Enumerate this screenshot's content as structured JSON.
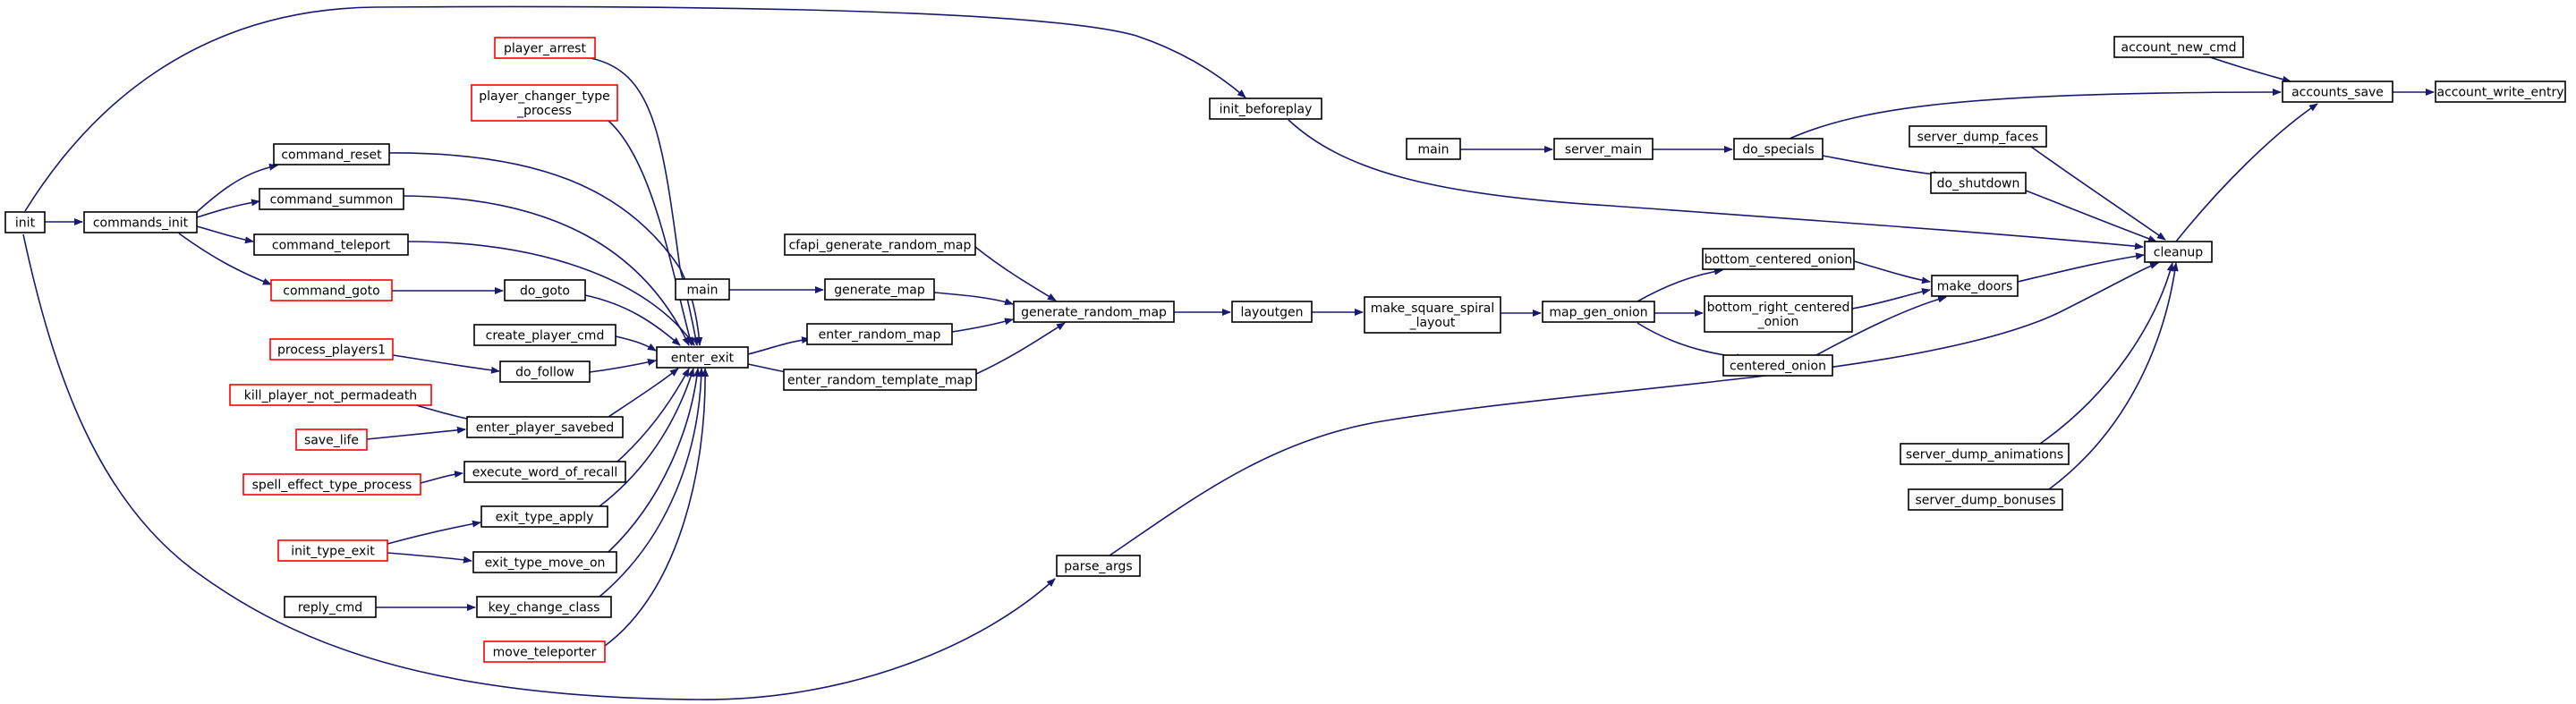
{
  "colors": {
    "edge": "#191970",
    "node_border": "#000000",
    "node_border_truncated": "#ff0000",
    "focus_fill": "#bfbfbf",
    "background": "#ffffff"
  },
  "nodes": [
    {
      "id": "account_write_entry",
      "lines": [
        "account_write_entry"
      ],
      "style": "focus"
    },
    {
      "id": "accounts_save",
      "lines": [
        "accounts_save"
      ],
      "style": "normal"
    },
    {
      "id": "account_new_cmd",
      "lines": [
        "account_new_cmd"
      ],
      "style": "normal"
    },
    {
      "id": "cleanup",
      "lines": [
        "cleanup"
      ],
      "style": "normal"
    },
    {
      "id": "init_beforeplay",
      "lines": [
        "init_beforeplay"
      ],
      "style": "normal"
    },
    {
      "id": "init",
      "lines": [
        "init"
      ],
      "style": "normal"
    },
    {
      "id": "commands_init",
      "lines": [
        "commands_init"
      ],
      "style": "normal"
    },
    {
      "id": "command_reset",
      "lines": [
        "command_reset"
      ],
      "style": "normal"
    },
    {
      "id": "command_summon",
      "lines": [
        "command_summon"
      ],
      "style": "normal"
    },
    {
      "id": "command_teleport",
      "lines": [
        "command_teleport"
      ],
      "style": "normal"
    },
    {
      "id": "command_goto",
      "lines": [
        "command_goto"
      ],
      "style": "truncated"
    },
    {
      "id": "player_arrest",
      "lines": [
        "player_arrest"
      ],
      "style": "truncated"
    },
    {
      "id": "player_changer_type_process",
      "lines": [
        "player_changer_type",
        "_process"
      ],
      "style": "truncated"
    },
    {
      "id": "do_goto",
      "lines": [
        "do_goto"
      ],
      "style": "normal"
    },
    {
      "id": "create_player_cmd",
      "lines": [
        "create_player_cmd"
      ],
      "style": "normal"
    },
    {
      "id": "process_players1",
      "lines": [
        "process_players1"
      ],
      "style": "truncated"
    },
    {
      "id": "do_follow",
      "lines": [
        "do_follow"
      ],
      "style": "normal"
    },
    {
      "id": "kill_player_not_permadeath",
      "lines": [
        "kill_player_not_permadeath"
      ],
      "style": "truncated"
    },
    {
      "id": "enter_player_savebed",
      "lines": [
        "enter_player_savebed"
      ],
      "style": "normal"
    },
    {
      "id": "save_life",
      "lines": [
        "save_life"
      ],
      "style": "truncated"
    },
    {
      "id": "spell_effect_type_process",
      "lines": [
        "spell_effect_type_process"
      ],
      "style": "truncated"
    },
    {
      "id": "execute_word_of_recall",
      "lines": [
        "execute_word_of_recall"
      ],
      "style": "normal"
    },
    {
      "id": "exit_type_apply",
      "lines": [
        "exit_type_apply"
      ],
      "style": "normal"
    },
    {
      "id": "init_type_exit",
      "lines": [
        "init_type_exit"
      ],
      "style": "truncated"
    },
    {
      "id": "exit_type_move_on",
      "lines": [
        "exit_type_move_on"
      ],
      "style": "normal"
    },
    {
      "id": "reply_cmd",
      "lines": [
        "reply_cmd"
      ],
      "style": "normal"
    },
    {
      "id": "key_change_class",
      "lines": [
        "key_change_class"
      ],
      "style": "normal"
    },
    {
      "id": "move_teleporter",
      "lines": [
        "move_teleporter"
      ],
      "style": "truncated"
    },
    {
      "id": "enter_exit",
      "lines": [
        "enter_exit"
      ],
      "style": "normal"
    },
    {
      "id": "main_left",
      "lines": [
        "main"
      ],
      "style": "normal"
    },
    {
      "id": "cfapi_generate_random_map",
      "lines": [
        "cfapi_generate_random_map"
      ],
      "style": "normal"
    },
    {
      "id": "generate_map",
      "lines": [
        "generate_map"
      ],
      "style": "normal"
    },
    {
      "id": "enter_random_map",
      "lines": [
        "enter_random_map"
      ],
      "style": "normal"
    },
    {
      "id": "enter_random_template_map",
      "lines": [
        "enter_random_template_map"
      ],
      "style": "normal"
    },
    {
      "id": "generate_random_map",
      "lines": [
        "generate_random_map"
      ],
      "style": "normal"
    },
    {
      "id": "layoutgen",
      "lines": [
        "layoutgen"
      ],
      "style": "normal"
    },
    {
      "id": "make_square_spiral_layout",
      "lines": [
        "make_square_spiral",
        "_layout"
      ],
      "style": "normal"
    },
    {
      "id": "map_gen_onion",
      "lines": [
        "map_gen_onion"
      ],
      "style": "normal"
    },
    {
      "id": "bottom_centered_onion",
      "lines": [
        "bottom_centered_onion"
      ],
      "style": "normal"
    },
    {
      "id": "bottom_right_centered_onion",
      "lines": [
        "bottom_right_centered",
        "_onion"
      ],
      "style": "normal"
    },
    {
      "id": "centered_onion",
      "lines": [
        "centered_onion"
      ],
      "style": "normal"
    },
    {
      "id": "make_doors",
      "lines": [
        "make_doors"
      ],
      "style": "normal"
    },
    {
      "id": "main_top",
      "lines": [
        "main"
      ],
      "style": "normal"
    },
    {
      "id": "server_main",
      "lines": [
        "server_main"
      ],
      "style": "normal"
    },
    {
      "id": "do_specials",
      "lines": [
        "do_specials"
      ],
      "style": "normal"
    },
    {
      "id": "do_shutdown",
      "lines": [
        "do_shutdown"
      ],
      "style": "normal"
    },
    {
      "id": "server_dump_faces",
      "lines": [
        "server_dump_faces"
      ],
      "style": "normal"
    },
    {
      "id": "server_dump_animations",
      "lines": [
        "server_dump_animations"
      ],
      "style": "normal"
    },
    {
      "id": "server_dump_bonuses",
      "lines": [
        "server_dump_bonuses"
      ],
      "style": "normal"
    },
    {
      "id": "parse_args",
      "lines": [
        "parse_args"
      ],
      "style": "normal"
    }
  ],
  "edges": [
    {
      "from": "accounts_save",
      "to": "account_write_entry"
    },
    {
      "from": "account_new_cmd",
      "to": "accounts_save"
    },
    {
      "from": "cleanup",
      "to": "accounts_save"
    },
    {
      "from": "do_specials",
      "to": "accounts_save"
    },
    {
      "from": "init_beforeplay",
      "to": "cleanup"
    },
    {
      "from": "init",
      "to": "init_beforeplay"
    },
    {
      "from": "init",
      "to": "commands_init"
    },
    {
      "from": "commands_init",
      "to": "command_reset"
    },
    {
      "from": "commands_init",
      "to": "command_summon"
    },
    {
      "from": "commands_init",
      "to": "command_teleport"
    },
    {
      "from": "commands_init",
      "to": "command_goto"
    },
    {
      "from": "command_goto",
      "to": "do_goto"
    },
    {
      "from": "command_reset",
      "to": "enter_exit"
    },
    {
      "from": "command_summon",
      "to": "enter_exit"
    },
    {
      "from": "command_teleport",
      "to": "enter_exit"
    },
    {
      "from": "player_arrest",
      "to": "enter_exit"
    },
    {
      "from": "player_changer_type_process",
      "to": "enter_exit"
    },
    {
      "from": "do_goto",
      "to": "enter_exit"
    },
    {
      "from": "create_player_cmd",
      "to": "enter_exit"
    },
    {
      "from": "process_players1",
      "to": "do_follow"
    },
    {
      "from": "do_follow",
      "to": "enter_exit"
    },
    {
      "from": "kill_player_not_permadeath",
      "to": "enter_player_savebed"
    },
    {
      "from": "save_life",
      "to": "enter_player_savebed"
    },
    {
      "from": "enter_player_savebed",
      "to": "enter_exit"
    },
    {
      "from": "spell_effect_type_process",
      "to": "execute_word_of_recall"
    },
    {
      "from": "execute_word_of_recall",
      "to": "enter_exit"
    },
    {
      "from": "init_type_exit",
      "to": "exit_type_apply"
    },
    {
      "from": "init_type_exit",
      "to": "exit_type_move_on"
    },
    {
      "from": "exit_type_apply",
      "to": "enter_exit"
    },
    {
      "from": "exit_type_move_on",
      "to": "enter_exit"
    },
    {
      "from": "reply_cmd",
      "to": "key_change_class"
    },
    {
      "from": "key_change_class",
      "to": "enter_exit"
    },
    {
      "from": "move_teleporter",
      "to": "enter_exit"
    },
    {
      "from": "main_left",
      "to": "generate_map"
    },
    {
      "from": "enter_exit",
      "to": "enter_random_map"
    },
    {
      "from": "enter_exit",
      "to": "enter_random_template_map"
    },
    {
      "from": "cfapi_generate_random_map",
      "to": "generate_random_map"
    },
    {
      "from": "generate_map",
      "to": "generate_random_map"
    },
    {
      "from": "enter_random_map",
      "to": "generate_random_map"
    },
    {
      "from": "enter_random_template_map",
      "to": "generate_random_map"
    },
    {
      "from": "generate_random_map",
      "to": "layoutgen"
    },
    {
      "from": "layoutgen",
      "to": "make_square_spiral_layout"
    },
    {
      "from": "make_square_spiral_layout",
      "to": "map_gen_onion"
    },
    {
      "from": "map_gen_onion",
      "to": "bottom_centered_onion"
    },
    {
      "from": "map_gen_onion",
      "to": "bottom_right_centered_onion"
    },
    {
      "from": "map_gen_onion",
      "to": "centered_onion"
    },
    {
      "from": "bottom_centered_onion",
      "to": "make_doors"
    },
    {
      "from": "bottom_right_centered_onion",
      "to": "make_doors"
    },
    {
      "from": "centered_onion",
      "to": "make_doors"
    },
    {
      "from": "make_doors",
      "to": "cleanup"
    },
    {
      "from": "main_top",
      "to": "server_main"
    },
    {
      "from": "server_main",
      "to": "do_specials"
    },
    {
      "from": "do_specials",
      "to": "do_shutdown"
    },
    {
      "from": "do_shutdown",
      "to": "cleanup"
    },
    {
      "from": "server_dump_faces",
      "to": "cleanup"
    },
    {
      "from": "server_dump_animations",
      "to": "cleanup"
    },
    {
      "from": "server_dump_bonuses",
      "to": "cleanup"
    },
    {
      "from": "parse_args",
      "to": "cleanup"
    },
    {
      "from": "init",
      "to": "parse_args"
    }
  ]
}
